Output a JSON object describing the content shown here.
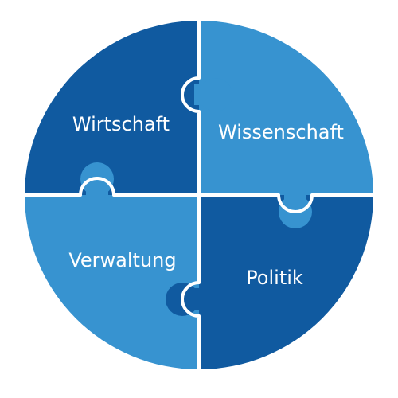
{
  "pieces": [
    {
      "id": "top-left",
      "label": "Wirtschaft",
      "color": "#105aa0"
    },
    {
      "id": "top-right",
      "label": "Wissenschaft",
      "color": "#3793d0"
    },
    {
      "id": "bottom-left",
      "label": "Verwaltung",
      "color": "#3793d0"
    },
    {
      "id": "bottom-right",
      "label": "Politik",
      "color": "#105aa0"
    }
  ],
  "gap_color": "#ffffff"
}
